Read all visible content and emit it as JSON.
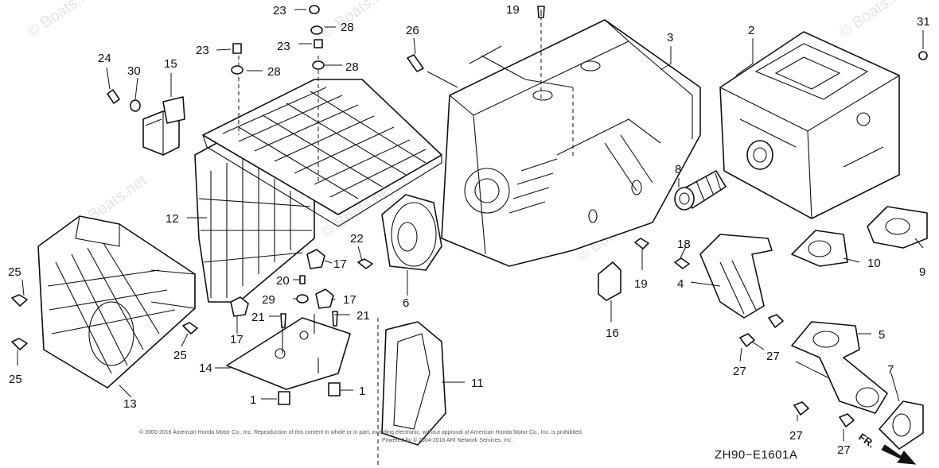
{
  "diagram_code": "ZH90−E1601A",
  "front_marker": "FR.",
  "copyright_line1": "© 2000-2016 American Honda Motor Co., Inc. Reproduction of this content in whole or in part, including electronic, without approval of American Honda Motor Co., Inc. is prohibited.",
  "copyright_line2": "Powered by © 2004-2016 ARI Network Services, Inc.",
  "watermark_text": "© Boats.net",
  "callouts": {
    "c1a": "1",
    "c1b": "1",
    "c2": "2",
    "c3": "3",
    "c4": "4",
    "c5": "5",
    "c6": "6",
    "c7": "7",
    "c8": "8",
    "c9": "9",
    "c10": "10",
    "c11": "11",
    "c12": "12",
    "c13": "13",
    "c14": "14",
    "c15": "15",
    "c16": "16",
    "c17a": "17",
    "c17b": "17",
    "c17c": "17",
    "c18": "18",
    "c19a": "19",
    "c19b": "19",
    "c20": "20",
    "c21a": "21",
    "c21b": "21",
    "c22": "22",
    "c23a": "23",
    "c23b": "23",
    "c23c": "23",
    "c24": "24",
    "c25a": "25",
    "c25b": "25",
    "c25c": "25",
    "c26": "26",
    "c27a": "27",
    "c27b": "27",
    "c27c": "27",
    "c27d": "27",
    "c28a": "28",
    "c28b": "28",
    "c28c": "28",
    "c29": "29",
    "c30": "30",
    "c31": "31"
  }
}
